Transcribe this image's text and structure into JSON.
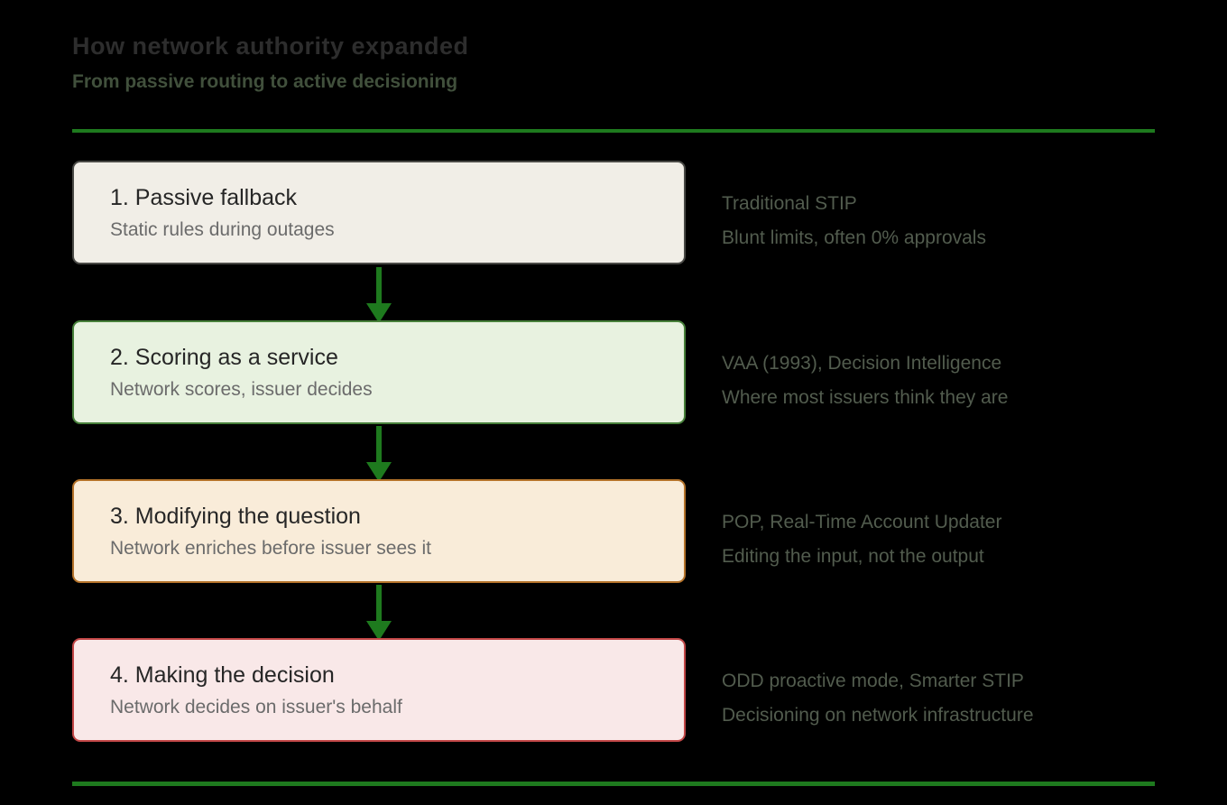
{
  "header": {
    "title": "How network authority expanded",
    "subtitle": "From passive routing to active decisioning"
  },
  "accent": {
    "rule_color": "#1e7a1e",
    "arrow_color": "#1e7a1e"
  },
  "stages": [
    {
      "title": "1. Passive fallback",
      "subtitle": "Static rules during outages",
      "note_line1": "Traditional STIP",
      "note_line2": "Blunt limits, often 0% approvals",
      "fill": "#f1eee7",
      "border": "#4a4a46"
    },
    {
      "title": "2. Scoring as a service",
      "subtitle": "Network scores, issuer decides",
      "note_line1": "VAA (1993), Decision Intelligence",
      "note_line2": "Where most issuers think they are",
      "fill": "#e8f2e0",
      "border": "#47803a"
    },
    {
      "title": "3. Modifying the question",
      "subtitle": "Network enriches before issuer sees it",
      "note_line1": "POP, Real-Time Account Updater",
      "note_line2": "Editing the input, not the output",
      "fill": "#f9ecd9",
      "border": "#b5732a"
    },
    {
      "title": "4. Making the decision",
      "subtitle": "Network decides on issuer's behalf",
      "note_line1": "ODD proactive mode, Smarter STIP",
      "note_line2": "Decisioning on network infrastructure",
      "fill": "#f9e8e8",
      "border": "#c24747"
    }
  ]
}
